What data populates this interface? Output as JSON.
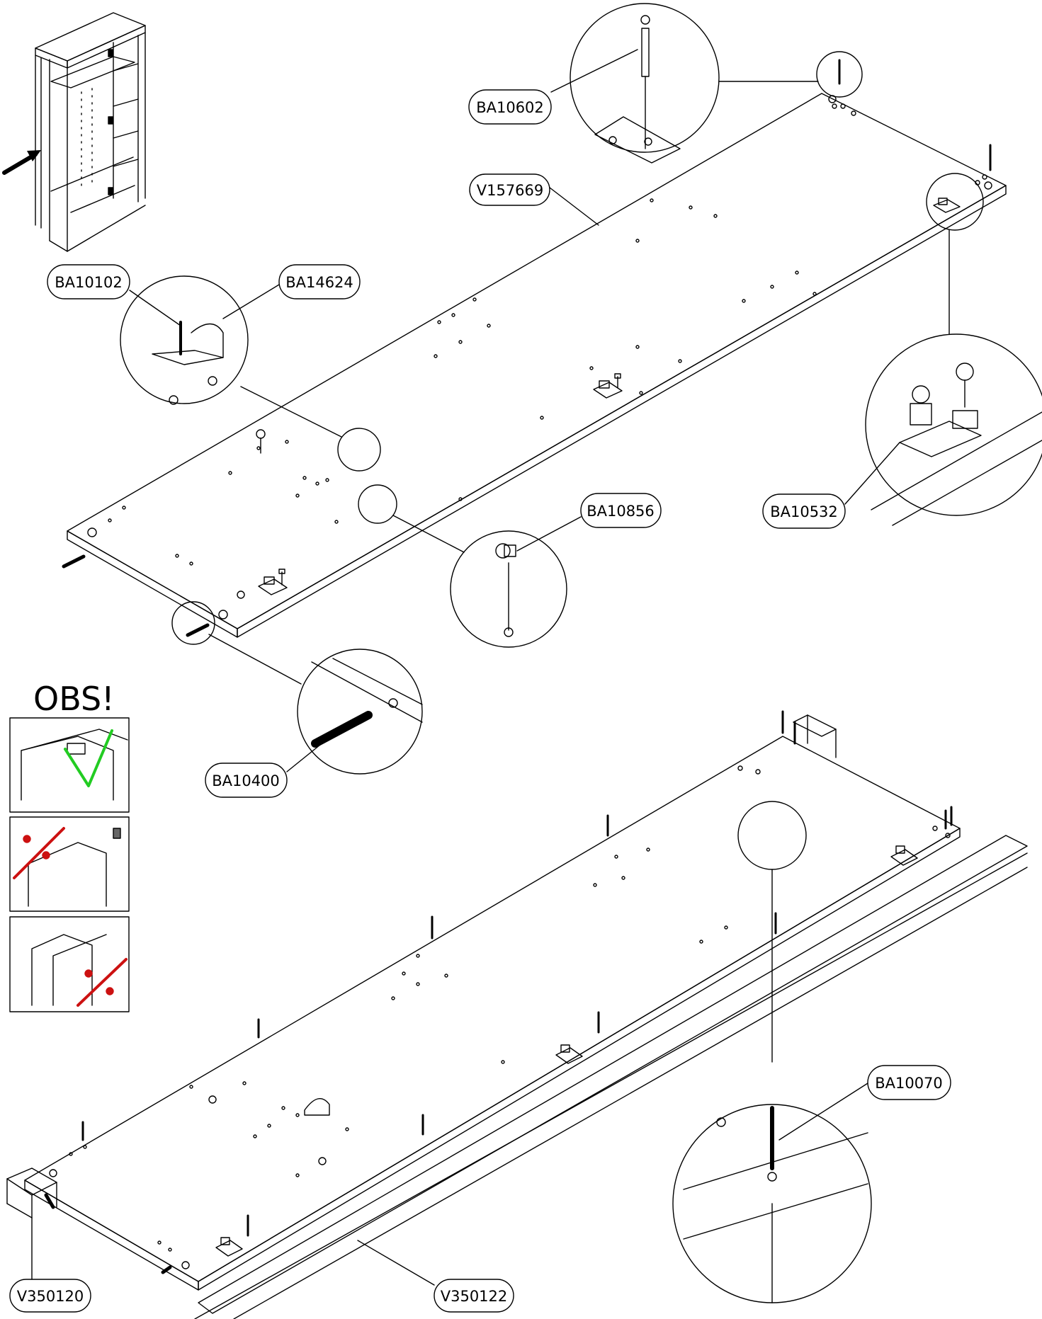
{
  "obs_label": "OBS!",
  "colors": {
    "line": "#000000",
    "ok_check": "#22cc22",
    "forbidden": "#cc1111"
  },
  "part_labels": {
    "ba10602": "BA10602",
    "v157669": "V157669",
    "ba10102": "BA10102",
    "ba14624": "BA14624",
    "ba10532": "BA10532",
    "ba10856": "BA10856",
    "ba10400": "BA10400",
    "ba10070": "BA10070",
    "v350120": "V350120",
    "v350122": "V350122"
  }
}
